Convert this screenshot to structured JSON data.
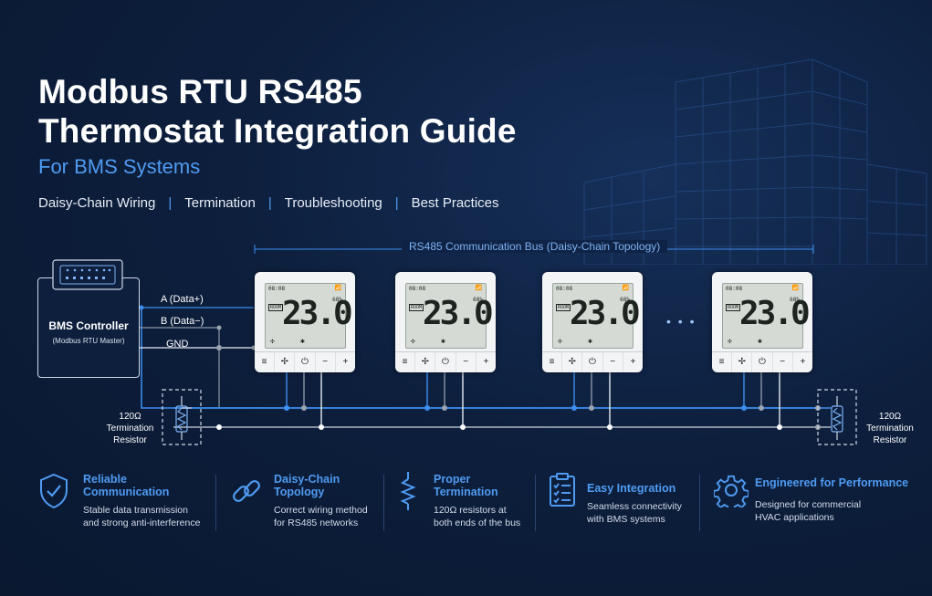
{
  "header": {
    "title_line1": "Modbus RTU RS485",
    "title_line2": "Thermostat Integration Guide",
    "subtitle": "For BMS Systems",
    "tags": [
      "Daisy-Chain Wiring",
      "Termination",
      "Troubleshooting",
      "Best Practices"
    ],
    "separator": "|"
  },
  "diagram": {
    "bus_label": "RS485 Communication Bus (Daisy-Chain Topology)",
    "controller": {
      "name": "BMS Controller",
      "subtitle": "(Modbus RTU Master)"
    },
    "wires": [
      "A (Data+)",
      "B (Data−)",
      "GND"
    ],
    "ellipsis": "• • •",
    "thermostat": {
      "time": "08:08",
      "room_tag": "ROOM",
      "temperature": "23.0",
      "humidity_tag": "68%",
      "buttons": [
        "≡",
        "✢",
        "⏻",
        "−",
        "+"
      ]
    },
    "resistor_left": [
      "120Ω",
      "Termination",
      "Resistor"
    ],
    "resistor_right": [
      "120Ω",
      "Termination",
      "Resistor"
    ],
    "colors": {
      "line_a": "#3d8ef0",
      "line_b": "#8c96a6",
      "line_gnd": "#e6ebf2",
      "accent": "#4f9bf2"
    }
  },
  "features": [
    {
      "title": "Reliable Communication",
      "title_lines": [
        "Reliable",
        "Communication"
      ],
      "desc": [
        "Stable data transmission",
        "and strong anti-interference"
      ],
      "icon": "shield-check-icon"
    },
    {
      "title": "Daisy-Chain Topology",
      "title_lines": [
        "Daisy-Chain",
        "Topology"
      ],
      "desc": [
        "Correct wiring method",
        "for RS485 networks"
      ],
      "icon": "chain-link-icon"
    },
    {
      "title": "Proper Termination",
      "title_lines": [
        "Proper",
        "Termination"
      ],
      "desc": [
        "120Ω resistors at",
        "both ends of the bus"
      ],
      "icon": "resistor-icon"
    },
    {
      "title": "Easy Integration",
      "title_lines": [
        "Easy Integration"
      ],
      "desc": [
        "Seamless connectivity",
        "with BMS systems"
      ],
      "icon": "checklist-icon"
    },
    {
      "title": "Engineered for Performance",
      "title_lines": [
        "Engineered for Performance"
      ],
      "desc": [
        "Designed for commercial",
        "HVAC applications"
      ],
      "icon": "gear-icon"
    }
  ]
}
